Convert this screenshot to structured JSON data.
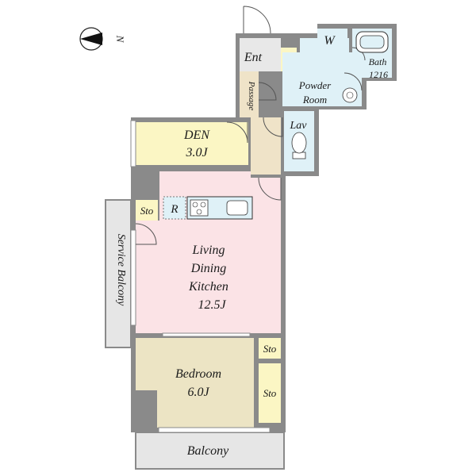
{
  "compass": {
    "north_label": "N"
  },
  "rooms": {
    "entrance": {
      "label": "Ent"
    },
    "washer": {
      "label": "W"
    },
    "bath": {
      "name": "Bath",
      "size": "1216"
    },
    "powder_room": {
      "line1": "Powder",
      "line2": "Room"
    },
    "passage": {
      "label": "Passage"
    },
    "lavatory": {
      "label": "Lav"
    },
    "den": {
      "name": "DEN",
      "size": "3.0J"
    },
    "refrigerator": {
      "label": "R"
    },
    "storage_ldk": {
      "label": "Sto"
    },
    "service_balcony": {
      "label": "Service Balcony"
    },
    "ldk": {
      "line1": "Living",
      "line2": "Dining",
      "line3": "Kitchen",
      "size": "12.5J"
    },
    "storage_small": {
      "label": "Sto"
    },
    "storage_closet": {
      "label": "Sto"
    },
    "bedroom": {
      "name": "Bedroom",
      "size": "6.0J"
    },
    "balcony": {
      "label": "Balcony"
    }
  },
  "colors": {
    "wall": "#8a8a8a",
    "den": "#fbf6c4",
    "passage": "#efe3c8",
    "wet_area": "#dff1f7",
    "ldk": "#fbe3e6",
    "bedroom": "#ece4c4",
    "storage": "#fbf6c4",
    "balcony": "#e6e6e6"
  }
}
